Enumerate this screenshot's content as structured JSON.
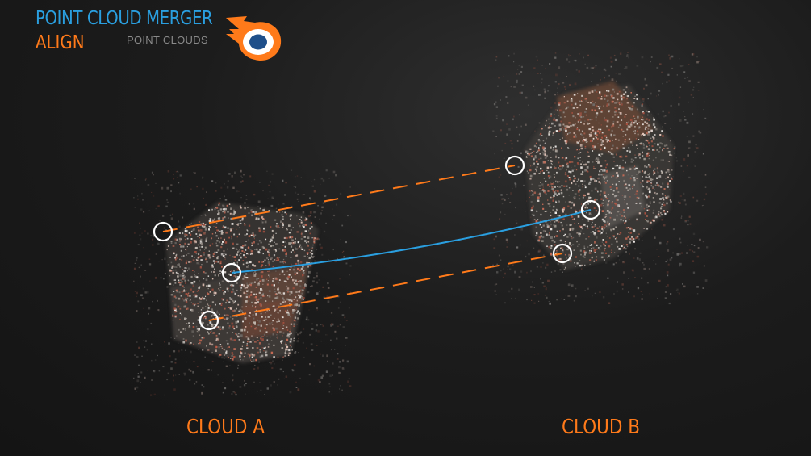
{
  "header": {
    "title": "POINT CLOUD MERGER",
    "mode": "ALIGN",
    "subtitle": "POINT CLOUDS",
    "logo_icon": "blender-logo-icon"
  },
  "labels": {
    "cloud_a": "CLOUD A",
    "cloud_b": "CLOUD B"
  },
  "colors": {
    "title_blue": "#2a9fe0",
    "accent_orange": "#ff7a1a",
    "connection_blue": "#2a9fe0",
    "connection_orange": "#ff7a1a",
    "marker_white": "#ffffff",
    "logo_blue": "#1e4f8a"
  },
  "correspondences": [
    {
      "type": "dashed",
      "color": "orange"
    },
    {
      "type": "solid",
      "color": "blue"
    },
    {
      "type": "dashed",
      "color": "orange"
    }
  ]
}
